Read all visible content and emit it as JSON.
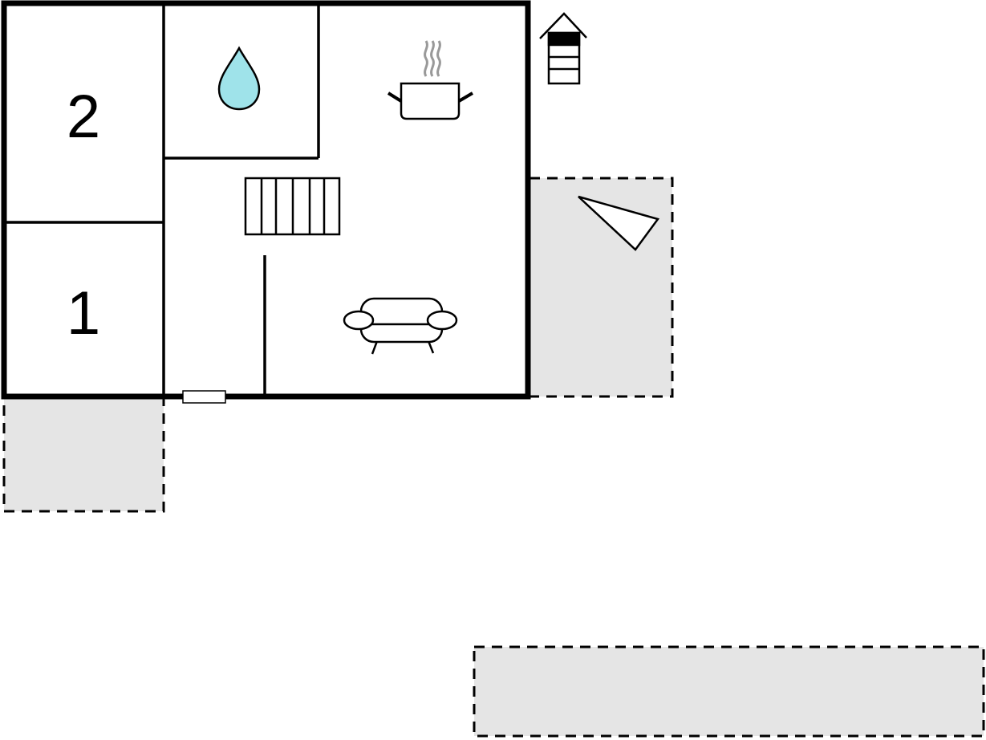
{
  "floorplan": {
    "rooms": [
      {
        "id": "bedroom-2",
        "label": "2"
      },
      {
        "id": "bedroom-1",
        "label": "1"
      }
    ],
    "icons": [
      "water-drop-icon",
      "cooking-pot-icon",
      "staircase-icon",
      "sofa-icon",
      "north-arrow-icon",
      "compass-triangle-icon"
    ],
    "colors": {
      "wall": "#000000",
      "terrace": "#e5e5e5",
      "water": "#9fe3ea"
    }
  }
}
